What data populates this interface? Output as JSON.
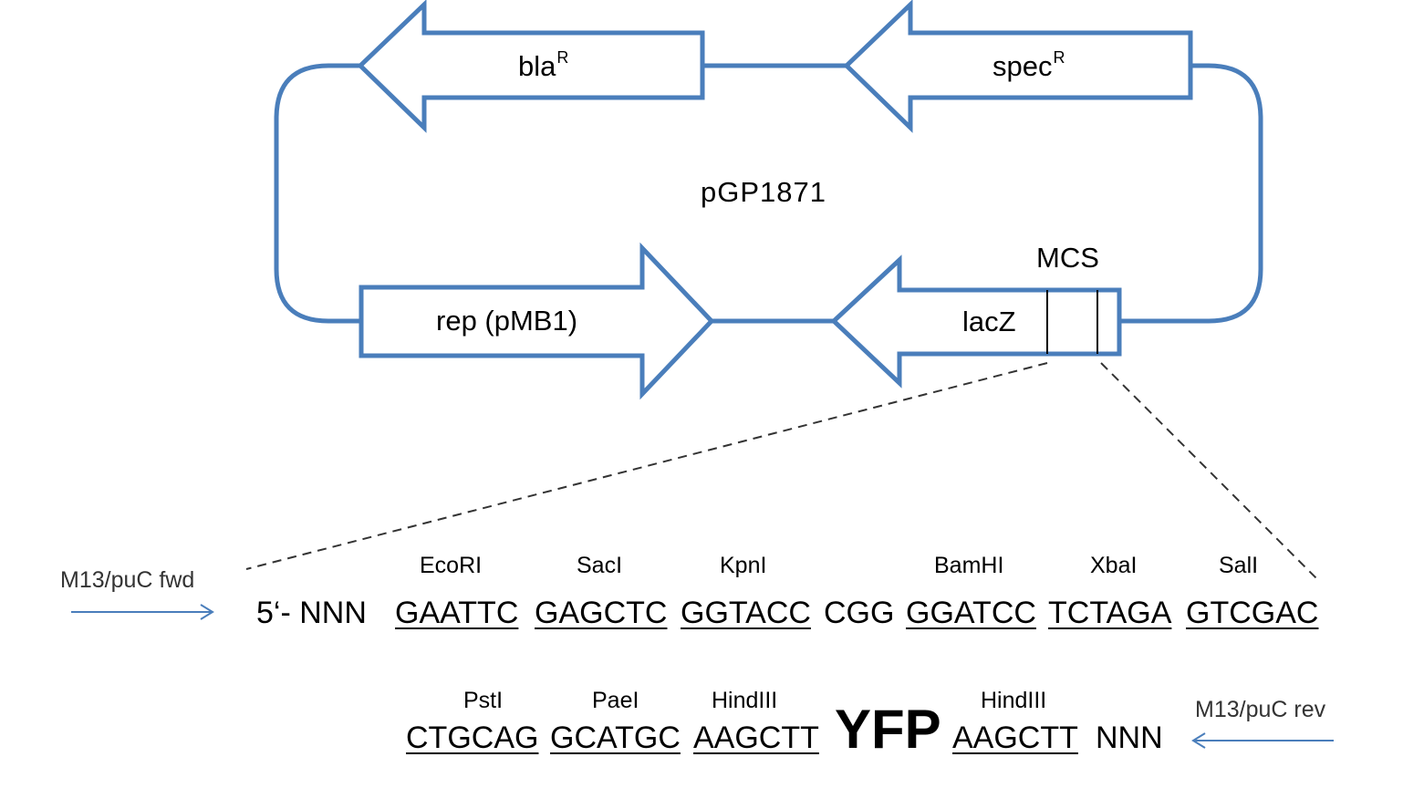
{
  "plasmid": {
    "name": "pGP1871",
    "mcs_label": "MCS",
    "colors": {
      "outline": "#4a7ebb",
      "dash": "#333333"
    },
    "genes": [
      {
        "name": "bla",
        "sup": "R",
        "direction": "left"
      },
      {
        "name": "spec",
        "sup": "R",
        "direction": "left"
      },
      {
        "name": "rep (pMB1)",
        "sup": "",
        "direction": "right"
      },
      {
        "name": "lacZ",
        "sup": "",
        "direction": "left"
      }
    ]
  },
  "sequence": {
    "line1": {
      "prefix": "5‘- NNN",
      "sites": [
        {
          "enzyme": "EcoRI",
          "seq": "GAATTC"
        },
        {
          "enzyme": "SacI",
          "seq": "GAGCTC"
        },
        {
          "enzyme": "KpnI",
          "seq": "GGTACC"
        },
        {
          "enzyme": "",
          "seq": "CGG"
        },
        {
          "enzyme": "BamHI",
          "seq": "GGATCC"
        },
        {
          "enzyme": "XbaI",
          "seq": "TCTAGA"
        },
        {
          "enzyme": "SalI",
          "seq": "GTCGAC"
        }
      ]
    },
    "line2": {
      "sites": [
        {
          "enzyme": "PstI",
          "seq": "CTGCAG"
        },
        {
          "enzyme": "PaeI",
          "seq": "GCATGC"
        },
        {
          "enzyme": "HindIII",
          "seq": "AAGCTT"
        }
      ],
      "insert": "YFP",
      "sites_after": [
        {
          "enzyme": "HindIII",
          "seq": "AAGCTT"
        }
      ],
      "suffix": "NNN"
    }
  },
  "primers": {
    "fwd": "M13/puC fwd",
    "rev": "M13/puC rev"
  }
}
